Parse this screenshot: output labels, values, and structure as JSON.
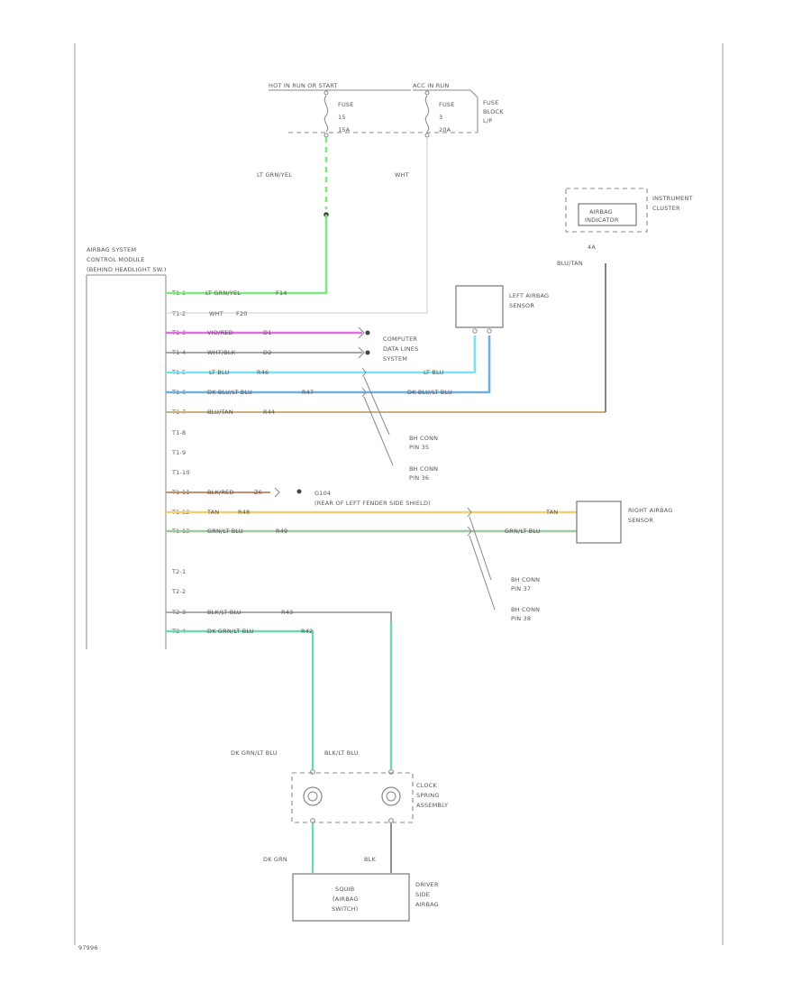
{
  "colors": {
    "lt_grn_yel": "#80e880",
    "wht": "#cccccc",
    "vio_red": "#e070e0",
    "wht_blk": "#888888",
    "lt_blu": "#80e0f0",
    "dk_blu_wht": "#70b0e0",
    "blu_tan": "#c8b080",
    "blk_red": "#c89070",
    "tan_red": "#f0d070",
    "grn_wht": "#a0c8a0",
    "blk_wht": "#909090",
    "dk_grn_wht": "#70d8b0",
    "line": "#888888"
  },
  "fuse_block": {
    "source_left": "HOT IN RUN OR START",
    "source_right": "ACC IN RUN",
    "fuse_left": [
      "FUSE",
      "15",
      "15A"
    ],
    "fuse_right": [
      "FUSE",
      "3",
      "20A"
    ],
    "block_label": [
      "FUSE",
      "BLOCK",
      "L/P"
    ]
  },
  "feed_labels": {
    "left": "LT GRN/YEL",
    "right": "WHT"
  },
  "module": {
    "label": [
      "AIRBAG SYSTEM",
      "CONTROL MODULE",
      "(BEHIND HEADLIGHT SW.)"
    ]
  },
  "pins": [
    {
      "pin": "T1-1",
      "wire": "LT GRN/YEL",
      "circuit": "F14",
      "color": "lt_grn_yel"
    },
    {
      "pin": "T1-2",
      "wire": "WHT",
      "circuit": "F20",
      "color": "wht"
    },
    {
      "pin": "T1-3",
      "wire": "VIO/RED",
      "circuit": "D1",
      "color": "vio_red"
    },
    {
      "pin": "T1-4",
      "wire": "WHT/BLK",
      "circuit": "D2",
      "color": "wht_blk"
    },
    {
      "pin": "T1-5",
      "wire": "LT BLU",
      "circuit": "R46",
      "color": "lt_blu"
    },
    {
      "pin": "T1-6",
      "wire": "DK BLU/LT BLU",
      "circuit": "R47",
      "color": "dk_blu_wht"
    },
    {
      "pin": "T1-7",
      "wire": "BLU/TAN",
      "circuit": "R44",
      "color": "blu_tan"
    },
    {
      "pin": "T1-8",
      "wire": "",
      "circuit": "",
      "color": ""
    },
    {
      "pin": "T1-9",
      "wire": "",
      "circuit": "",
      "color": ""
    },
    {
      "pin": "T1-10",
      "wire": "",
      "circuit": "",
      "color": ""
    },
    {
      "pin": "T1-11",
      "wire": "BLK/RED",
      "circuit": "Z6",
      "color": "blk_red"
    },
    {
      "pin": "T1-12",
      "wire": "TAN",
      "circuit": "R48",
      "color": "tan_red"
    },
    {
      "pin": "T1-13",
      "wire": "GRN/LT BLU",
      "circuit": "R49",
      "color": "grn_wht"
    },
    {
      "pin": "T2-1",
      "wire": "",
      "circuit": "",
      "color": ""
    },
    {
      "pin": "T2-2",
      "wire": "",
      "circuit": "",
      "color": ""
    },
    {
      "pin": "T2-3",
      "wire": "BLK/LT BLU",
      "circuit": "R43",
      "color": "blk_wht"
    },
    {
      "pin": "T2-4",
      "wire": "DK GRN/LT BLU",
      "circuit": "R42",
      "color": "dk_grn_wht"
    }
  ],
  "components": {
    "cdl": [
      "COMPUTER",
      "DATA LINES",
      "SYSTEM"
    ],
    "left_sensor": [
      "LEFT AIRBAG",
      "SENSOR"
    ],
    "right_sensor": [
      "RIGHT AIRBAG",
      "SENSOR"
    ],
    "cluster": [
      "INSTRUMENT",
      "CLUSTER"
    ],
    "indicator": [
      "AIRBAG",
      "INDICATOR"
    ],
    "indicator_pin": "4A",
    "indicator_wire": "BLU/TAN",
    "clockspring": [
      "CLOCK",
      "SPRING",
      "ASSEMBLY"
    ],
    "airbag_module": [
      "DRIVER",
      "SIDE",
      "AIRBAG"
    ],
    "inflator": [
      "SQUIB",
      "(AIRBAG",
      "SWITCH)"
    ]
  },
  "wire_labels": {
    "lt_blu_right": "LT BLU",
    "dk_blu_right": "DK BLU/LT BLU",
    "tan_right": "TAN",
    "grn_right": "GRN/LT BLU",
    "dk_grn_down": "DK GRN/LT BLU",
    "blk_down": "BLK/LT BLU",
    "dk_grn_module": "DK GRN",
    "blk_module": "BLK"
  },
  "connector_notes": {
    "c1": [
      "BH CONN",
      "PIN 35"
    ],
    "c2": [
      "BH CONN",
      "PIN 36"
    ],
    "c3": [
      "BH CONN",
      "PIN 37"
    ],
    "c4": [
      "BH CONN",
      "PIN 38"
    ]
  },
  "ground": {
    "label": "G104",
    "location": "(REAR OF LEFT FENDER SIDE SHIELD)"
  },
  "footer": "97996"
}
